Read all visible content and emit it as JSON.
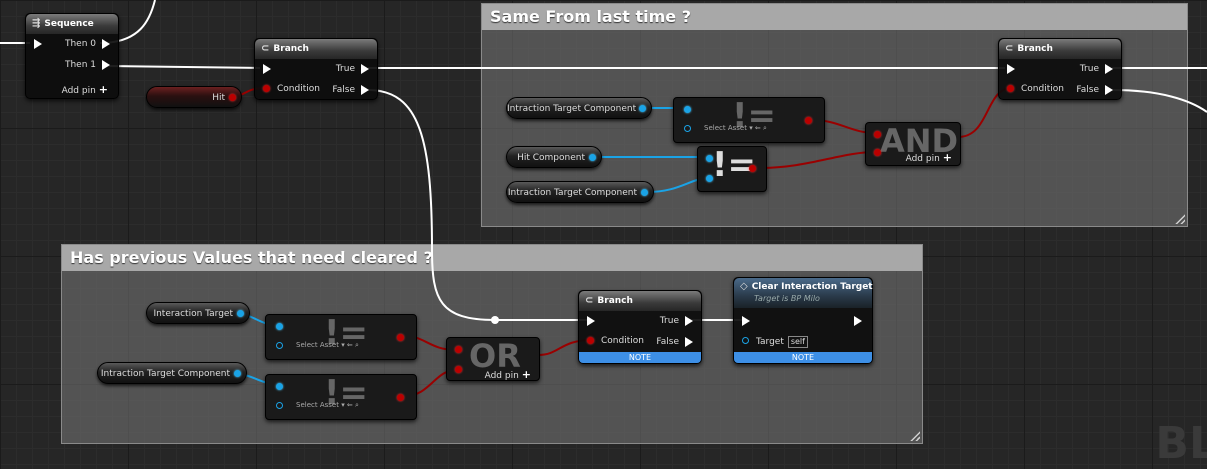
{
  "comments": {
    "same_from_last_time": "Same From last time ?",
    "has_previous_values": "Has previous Values that need cleared ?"
  },
  "sequence": {
    "title": "Sequence",
    "then0": "Then 0",
    "then1": "Then 1",
    "add_pin": "Add pin"
  },
  "branch1": {
    "title": "Branch",
    "true_label": "True",
    "false_label": "False",
    "condition": "Condition"
  },
  "branch2": {
    "title": "Branch",
    "true_label": "True",
    "false_label": "False",
    "condition": "Condition"
  },
  "branch3": {
    "title": "Branch",
    "true_label": "True",
    "false_label": "False",
    "condition": "Condition",
    "note": "NOTE"
  },
  "variables": {
    "hit": "Hit",
    "interaction_target_component_a": "Intraction Target Component",
    "hit_component": "Hit Component",
    "interaction_target_component_b": "Intraction Target Component",
    "interaction_target": "Interaction Target",
    "interaction_target_component_c": "Intraction Target Component"
  },
  "ops": {
    "not_equal_glyph": "!=",
    "select_asset": "Select Asset",
    "and_glyph": "AND",
    "or_glyph": "OR",
    "add_pin": "Add pin"
  },
  "clear_node": {
    "title": "Clear Interaction Target",
    "subtitle": "Target is BP Milo",
    "target_label": "Target",
    "target_value": "self",
    "note": "NOTE"
  },
  "watermark": "BL",
  "colors": {
    "exec_wire": "#ffffff",
    "bool_wire": "#9a0000",
    "object_wire": "#1aa3e6",
    "note": "#3d8fe6",
    "comment_title": "#a8a8a8"
  }
}
